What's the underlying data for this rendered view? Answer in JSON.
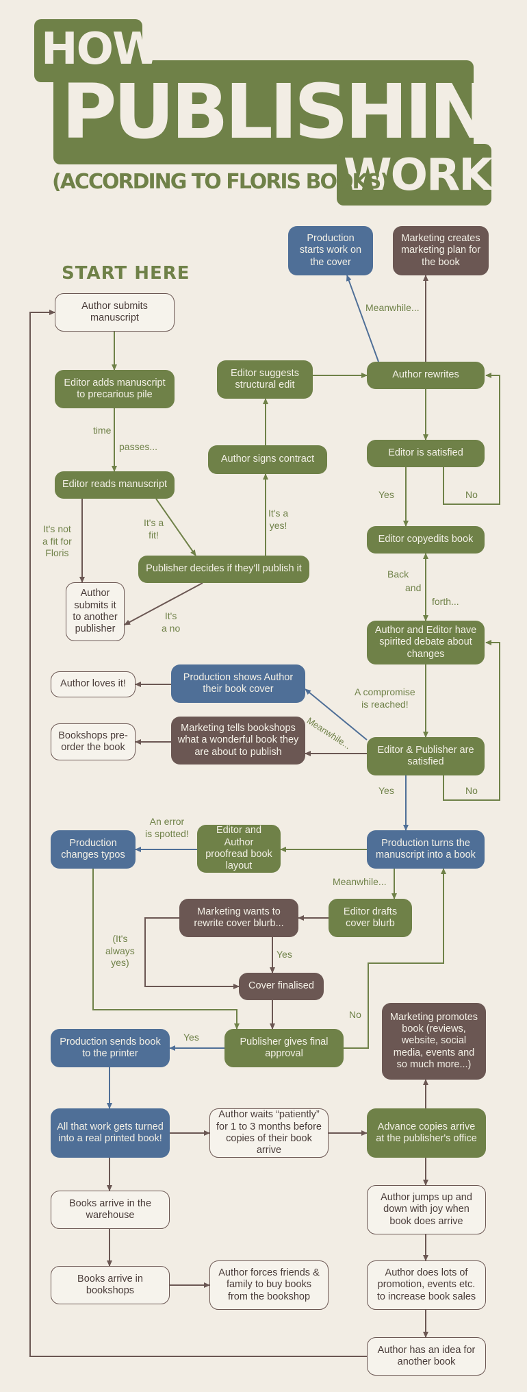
{
  "title": {
    "how": "HOW",
    "publishing": "PUBLISHING",
    "works": "WORKS",
    "subtitle": "(ACCORDING TO FLORIS BOOKS)"
  },
  "start_label": "START HERE",
  "colors": {
    "green": "#6f8148",
    "blue": "#4f6f97",
    "brown": "#6b5753",
    "background": "#f2ede4"
  },
  "nodes": {
    "n_submit": "Author submits manuscript",
    "n_pile": "Editor adds manuscript to precarious pile",
    "n_reads": "Editor reads manuscript",
    "n_another": "Author submits it to another publisher",
    "n_decides": "Publisher decides if they'll publish it",
    "n_signs": "Author signs contract",
    "n_struct": "Editor suggests structural edit",
    "n_rewrites": "Author rewrites",
    "n_prodcover": "Production starts work on the cover",
    "n_mktplan": "Marketing creates marketing plan for the book",
    "n_satisfied": "Editor is satisfied",
    "n_copyedits": "Editor copyedits book",
    "n_debate": "Author and Editor have spirited debate about changes",
    "n_edpub": "Editor & Publisher are satisfied",
    "n_showcover": "Production shows Author their book cover",
    "n_loves": "Author loves it!",
    "n_mkttells": "Marketing tells bookshops what a wonderful book they are about to publish",
    "n_preorder": "Bookshops pre-order the book",
    "n_turns": "Production turns the manuscript into a book",
    "n_proofread": "Editor and Author proofread book layout",
    "n_typos": "Production changes typos",
    "n_blurb": "Editor drafts cover blurb",
    "n_mktblurb": "Marketing wants to rewrite cover blurb...",
    "n_final": "Cover finalised",
    "n_approval": "Publisher gives final approval",
    "n_printer": "Production sends book to the printer",
    "n_printed": "All that work gets turned into a real printed book!",
    "n_waits": "Author waits “patiently” for 1 to 3 months before copies of their book arrive",
    "n_advance": "Advance copies arrive at the publisher's office",
    "n_promotes": "Marketing promotes book (reviews, website, social media, events and so much more...)",
    "n_warehouse": "Books arrive in the warehouse",
    "n_jumps": "Author jumps up and down with joy when book does arrive",
    "n_bookshops": "Books arrive in bookshops",
    "n_forces": "Author forces friends & family to buy books from the bookshop",
    "n_lots": "Author does lots of promotion, events etc. to increase book sales",
    "n_idea": "Author has an idea for another book"
  },
  "labels": {
    "time": "time",
    "passes": "passes...",
    "notfit": "It's not\na fit for\nFloris",
    "fit": "It's a\nfit!",
    "yes1": "It's a\nyes!",
    "no1": "It's\na no",
    "meanwhile1": "Meanwhile...",
    "yes2": "Yes",
    "no2": "No",
    "back": "Back",
    "and": "and",
    "forth": "forth...",
    "compromise": "A compromise\nis reached!",
    "meanwhile2": "Meanwhile...",
    "yes3": "Yes",
    "no3": "No",
    "error": "An error\nis spotted!",
    "meanwhile3": "Meanwhile...",
    "always": "(It's\nalways\nyes)",
    "yes4": "Yes",
    "no4": "No",
    "yes5": "Yes"
  }
}
